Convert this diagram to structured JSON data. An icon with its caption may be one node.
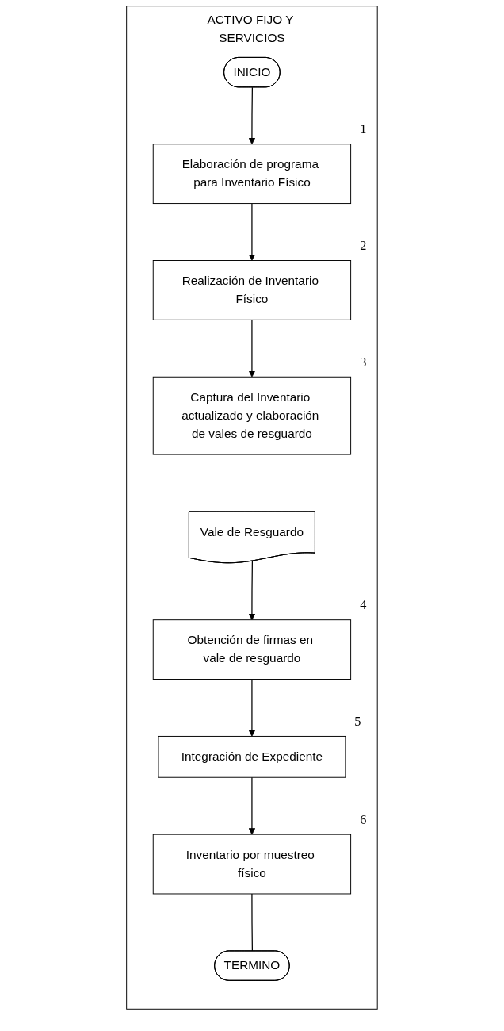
{
  "diagram": {
    "nodes": [
      {
        "text": [
          "ACTIVO FIJO Y SERVICIOS"
        ]
      },
      {
        "text": [
          "INICIO"
        ],
        "in": 0
      },
      {
        "text": [
          "Elaboración de programa para Inventario Físico"
        ],
        "in": 0,
        "beside": [
          "1"
        ]
      },
      {
        "text": [
          "Realización de Inventario Físico"
        ],
        "in": 0,
        "beside": [
          "2"
        ]
      },
      {
        "text": [
          "Captura del Inventario actualizado y elaboración de vales de resguardo"
        ],
        "in": 0,
        "beside": [
          "3"
        ]
      },
      {
        "text": [
          "Vale de Resguardo"
        ],
        "in": 0
      },
      {
        "text": [
          "Obtención de firmas en vale de resguardo"
        ],
        "in": 0,
        "beside": [
          "4"
        ]
      },
      {
        "text": [
          "Integración de Expediente"
        ],
        "in": 0,
        "beside": [
          "5"
        ]
      },
      {
        "text": [
          "Inventario por muestreo físico"
        ],
        "in": 0,
        "beside": [
          "6"
        ]
      },
      {
        "text": [
          "TERMINO"
        ],
        "in": 0
      }
    ],
    "edges": [
      {
        "from": 1,
        "to": 2,
        "arrow": "to"
      },
      {
        "from": 2,
        "to": 3,
        "arrow": "to"
      },
      {
        "from": 3,
        "to": 4,
        "arrow": "to"
      },
      {
        "from": 5,
        "to": 6,
        "arrow": "to"
      },
      {
        "from": 6,
        "to": 7,
        "arrow": "to"
      },
      {
        "from": 7,
        "to": 8,
        "arrow": "to"
      },
      {
        "from": 8,
        "to": 9,
        "arrow": "none"
      }
    ]
  }
}
